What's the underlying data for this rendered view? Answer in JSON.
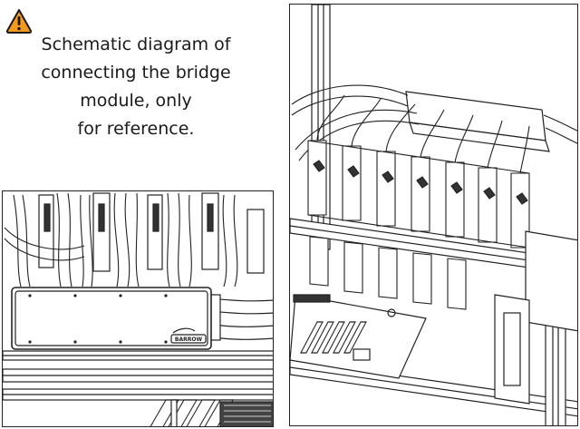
{
  "caption": {
    "line1": "Schematic diagram of",
    "line2": "connecting the bridge",
    "line3": "module, only",
    "line4": "for reference."
  },
  "icons": {
    "warning": "warning-triangle-icon"
  },
  "colors": {
    "warning_fill": "#f39a1e",
    "warning_mark": "#1a1a1a",
    "line": "#222222",
    "panel_bg": "#ffffff"
  },
  "left_panel": {
    "bridge_label": "BARROW"
  }
}
